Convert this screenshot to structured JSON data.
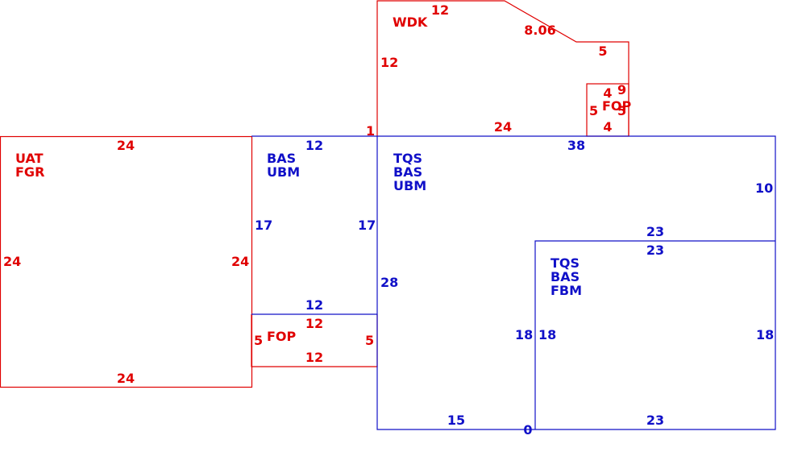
{
  "colors": {
    "red": "#e00000",
    "blue": "#1010c8",
    "background": "#ffffff"
  },
  "areas": {
    "uat_fgr": {
      "codes": [
        "UAT",
        "FGR"
      ],
      "dims": {
        "top": "24",
        "bottom": "24",
        "left": "24",
        "right": "24"
      }
    },
    "bas_ubm": {
      "codes": [
        "BAS",
        "UBM"
      ],
      "dims": {
        "top": "12",
        "bottom": "12",
        "left": "17",
        "right": "17"
      }
    },
    "fop_left": {
      "code": "FOP",
      "dims": {
        "top": "12",
        "bottom": "12",
        "left": "5",
        "right": "5"
      }
    },
    "wdk": {
      "code": "WDK",
      "dims": {
        "top": "12",
        "diagonal": "8.06",
        "right": "5",
        "left": "12",
        "bottom": "24",
        "step": "1"
      }
    },
    "fop_small": {
      "code": "FOP",
      "dims": {
        "top": "4",
        "bottom": "4",
        "left": "5",
        "right": "9",
        "right_inner": "5"
      }
    },
    "tqs_bas_ubm": {
      "codes": [
        "TQS",
        "BAS",
        "UBM"
      ],
      "dims": {
        "top": "38",
        "right": "10",
        "mid": "23",
        "left": "28",
        "bottom": "15",
        "corner": "0"
      }
    },
    "tqs_bas_fbm": {
      "codes": [
        "TQS",
        "BAS",
        "FBM"
      ],
      "dims": {
        "top": "23",
        "bottom": "23",
        "left_outer": "18",
        "left_inner": "18",
        "right": "18"
      }
    }
  }
}
